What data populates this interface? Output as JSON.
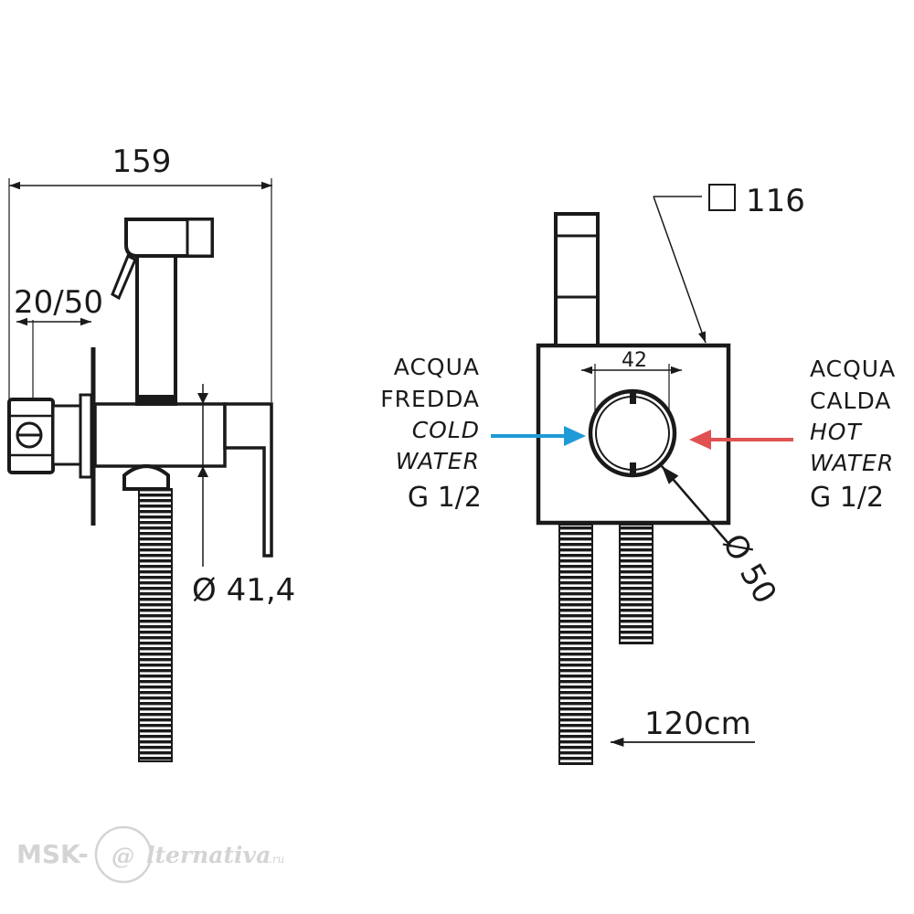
{
  "side_view": {
    "width_dim": "159",
    "depth_dim": "20/50",
    "diameter_dim": "Ø 41,4"
  },
  "front_view": {
    "plate_dim": "116",
    "spacing_dim": "42",
    "diameter_dim": "Ø 50",
    "hose_length": "120cm"
  },
  "cold_inlet": {
    "line1": "ACQUA",
    "line2": "FREDDA",
    "line3": "COLD",
    "line4": "WATER",
    "thread": "G 1/2",
    "arrow_color": "#1e9ad6"
  },
  "hot_inlet": {
    "line1": "ACQUA",
    "line2": "CALDA",
    "line3": "HOT",
    "line4": "WATER",
    "thread": "G 1/2",
    "arrow_color": "#e05252"
  },
  "watermark": {
    "prefix": "MSK-",
    "at_sign": "@",
    "suffix": "lternativa",
    "domain": ".ru"
  }
}
